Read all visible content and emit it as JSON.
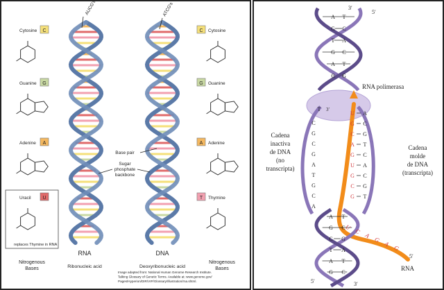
{
  "left": {
    "left_bases": [
      {
        "name": "Cytosine",
        "letter": "C",
        "color": "#f5e07a"
      },
      {
        "name": "Guanine",
        "letter": "G",
        "color": "#c9d9a3"
      },
      {
        "name": "Adenine",
        "letter": "A",
        "color": "#f4b860"
      },
      {
        "name": "Uracil",
        "letter": "U",
        "color": "#e06a6a"
      }
    ],
    "right_bases": [
      {
        "name": "Cytosine",
        "letter": "C",
        "color": "#f5e07a"
      },
      {
        "name": "Guanine",
        "letter": "G",
        "color": "#c9d9a3"
      },
      {
        "name": "Adenine",
        "letter": "A",
        "color": "#f4b860"
      },
      {
        "name": "Thymine",
        "letter": "T",
        "color": "#f2a0b0"
      }
    ],
    "replaces_text": "replaces Thymine in RNA",
    "nitrogenous_bases": [
      "Nitrogenous",
      "Bases"
    ],
    "rna_code": "AUCG's",
    "dna_code": "ATCG's",
    "base_pair": "Base pair",
    "sugar_backbone": [
      "Sugar",
      "phosphate",
      "backbone"
    ],
    "rna_label": "RNA",
    "rna_sub": "Ribonucleic acid",
    "dna_label": "DNA",
    "dna_sub": "Deoxyribonucleic acid",
    "credit": [
      "Image adapted from: National Human Genome Research Institute.",
      "Talking Glossary of Genetic Terms. Available at: www.genome.gov/",
      "Pages/Hyperion/DIR/VIP/Glossary/Illustration/rna.shtml."
    ],
    "colors": {
      "strand": "#5b7aa8",
      "yellow": "#f5e07a",
      "green": "#c9d9a3",
      "orange": "#f4b860",
      "red": "#e06a6a",
      "pink": "#f2a0b0"
    }
  },
  "right": {
    "top_prime_a": "3′",
    "top_prime_b": "5′",
    "top_pairs": [
      [
        "A",
        "T"
      ],
      [
        "G",
        "C"
      ],
      [
        "T",
        "A"
      ],
      [
        "G",
        "C"
      ],
      [
        "A",
        "T"
      ],
      [
        "C",
        "G"
      ]
    ],
    "rna_polimerasa": "RNA polimerasa",
    "t3": "T",
    "t3_prime": "3′",
    "inactive_strand": [
      "C",
      "G",
      "C",
      "G",
      "A",
      "T",
      "G",
      "C",
      "A"
    ],
    "template_strand": [
      "A",
      "C",
      "G",
      "T",
      "C",
      "A",
      "C",
      "G",
      "T"
    ],
    "rna_strand": [
      "U",
      "G",
      "C",
      "A",
      "G",
      "U",
      "G",
      "C",
      "G"
    ],
    "tail_letters": [
      "U",
      "C",
      "A",
      "G",
      "A",
      "G"
    ],
    "cadena_inactiva": [
      "Cadena",
      "inactiva",
      "de DNA",
      "(no",
      "transcripta)"
    ],
    "cadena_molde": [
      "Cadena",
      "molde",
      "de DNA",
      "(transcripta)"
    ],
    "bottom_pairs": [
      [
        "A",
        "T"
      ],
      [
        "G",
        "C"
      ],
      [
        "C",
        "G"
      ],
      [
        "T",
        "A"
      ],
      [
        "A",
        "T"
      ],
      [
        "G",
        "C"
      ]
    ],
    "bottom_prime_a": "5′",
    "bottom_prime_b": "3′",
    "rna_5prime": "5′",
    "rna_label": "RNA",
    "colors": {
      "strand": "#8a76b8",
      "rna": "#f28c1a",
      "rna_text": "#d0363b",
      "bubble": "#c9b9e2"
    }
  }
}
